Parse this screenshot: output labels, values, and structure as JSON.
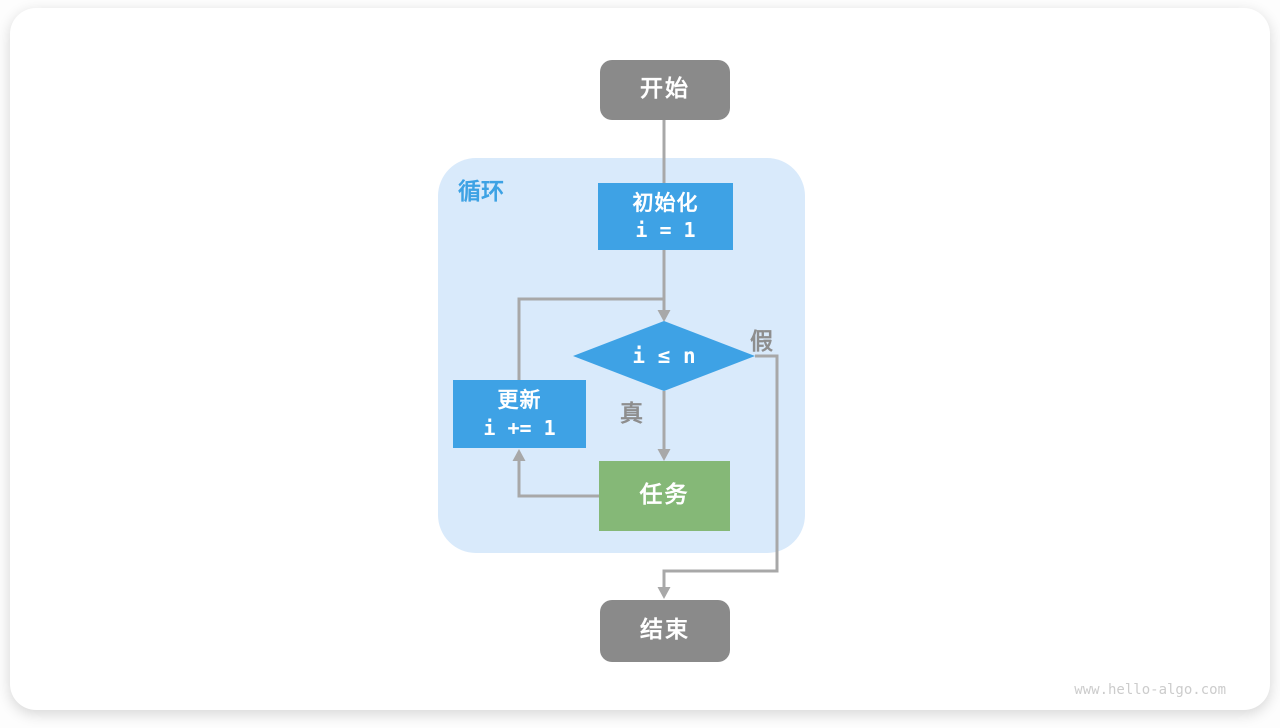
{
  "page": {
    "watermark": "www.hello-algo.com"
  },
  "colors": {
    "node_blue": "#3ea2e5",
    "node_green": "#85b877",
    "node_gray": "#8a8a8a",
    "loop_background": "#d9eafb",
    "loop_label_blue": "#3da2e4",
    "connector_gray": "#a8a8a8",
    "edge_label_gray": "#8e8e8e",
    "watermark_gray": "#cccccc"
  },
  "diagram": {
    "loop_label": "循环",
    "nodes": {
      "start": {
        "label": "开始"
      },
      "init": {
        "label": "初始化",
        "code": "i = 1"
      },
      "condition": {
        "label": "i ≤ n"
      },
      "update": {
        "label": "更新",
        "code": "i += 1"
      },
      "task": {
        "label": "任务"
      },
      "end": {
        "label": "结束"
      }
    },
    "edge_labels": {
      "true_branch": "真",
      "false_branch": "假"
    }
  }
}
